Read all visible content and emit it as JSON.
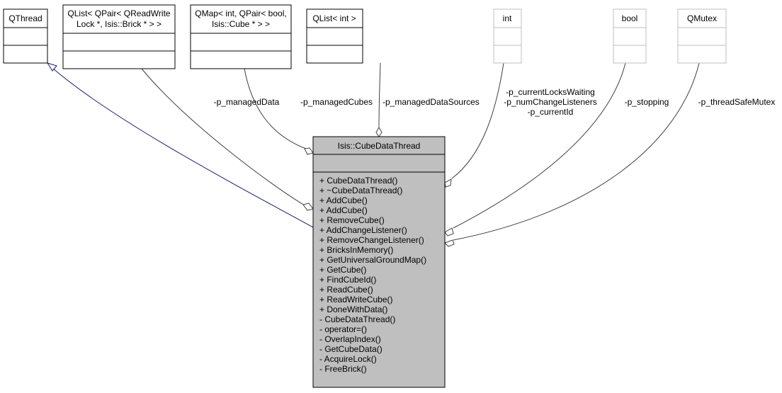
{
  "main_class": {
    "name": "Isis::CubeDataThread",
    "methods": [
      "+ CubeDataThread()",
      "+ ~CubeDataThread()",
      "+ AddCube()",
      "+ AddCube()",
      "+ RemoveCube()",
      "+ AddChangeListener()",
      "+ RemoveChangeListener()",
      "+ BricksInMemory()",
      "+ GetUniversalGroundMap()",
      "+ GetCube()",
      "+ FindCubeId()",
      "+ ReadCube()",
      "+ ReadWriteCube()",
      "+ DoneWithData()",
      "- CubeDataThread()",
      "- operator=()",
      "- OverlapIndex()",
      "- GetCubeData()",
      "- AcquireLock()",
      "- FreeBrick()"
    ]
  },
  "classes": {
    "qthread": "QThread",
    "qlist_pair_line1": "QList< QPair< QReadWrite",
    "qlist_pair_line2": "Lock *, Isis::Brick * > >",
    "qmap_line1": "QMap< int, QPair< bool,",
    "qmap_line2": "Isis::Cube * > >",
    "qlist_int": "QList< int >",
    "int": "int",
    "bool": "bool",
    "qmutex": "QMutex"
  },
  "edge_labels": {
    "managed_data": "-p_managedData",
    "managed_cubes": "-p_managedCubes",
    "managed_data_sources": "-p_managedDataSources",
    "int_1": "-p_currentLocksWaiting",
    "int_2": "-p_numChangeListeners",
    "int_3": "-p_currentId",
    "stopping": "-p_stopping",
    "mutex": "-p_threadSafeMutex"
  },
  "colors": {
    "inheritance": "#191970",
    "main_fill": "#bfbfbf",
    "external_border": "#bfbfbf"
  }
}
